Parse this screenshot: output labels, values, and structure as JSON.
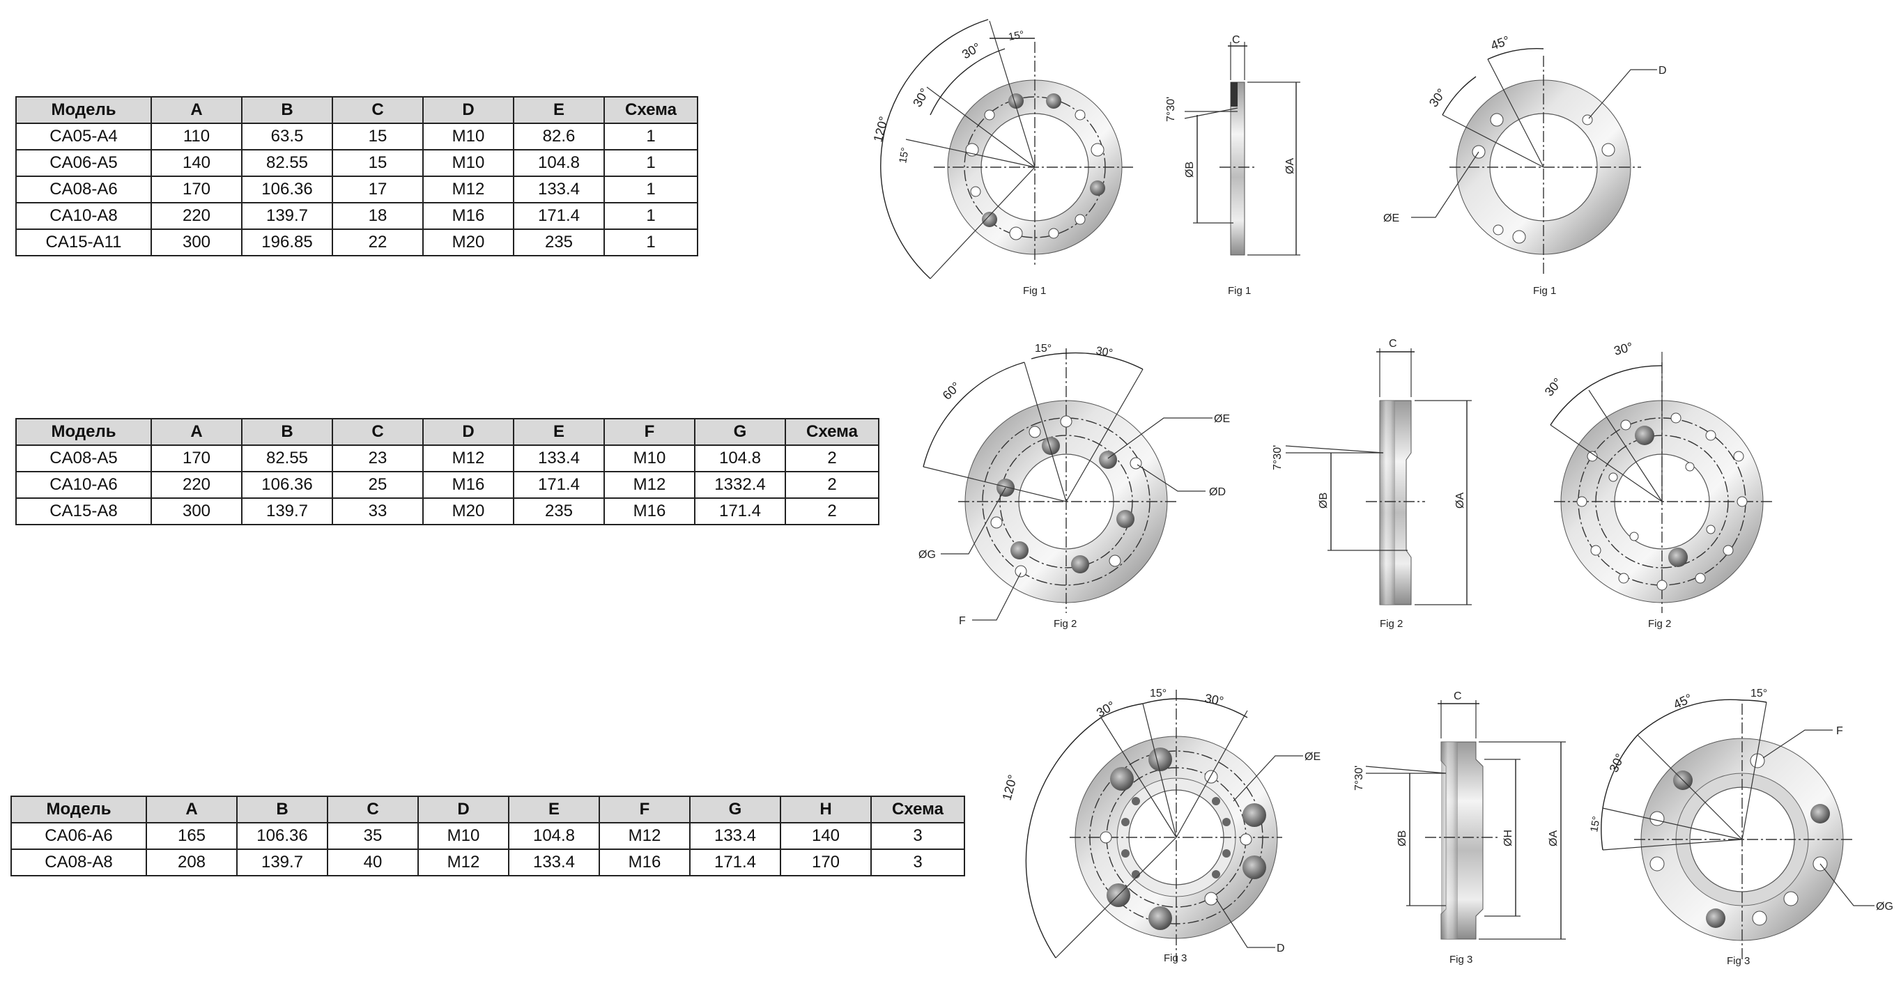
{
  "tables": [
    {
      "headers": [
        "Модель",
        "A",
        "B",
        "C",
        "D",
        "E",
        "Схема"
      ],
      "rows": [
        [
          "CA05-A4",
          "110",
          "63.5",
          "15",
          "M10",
          "82.6",
          "1"
        ],
        [
          "CA06-A5",
          "140",
          "82.55",
          "15",
          "M10",
          "104.8",
          "1"
        ],
        [
          "CA08-A6",
          "170",
          "106.36",
          "17",
          "M12",
          "133.4",
          "1"
        ],
        [
          "CA10-A8",
          "220",
          "139.7",
          "18",
          "M16",
          "171.4",
          "1"
        ],
        [
          "CA15-A11",
          "300",
          "196.85",
          "22",
          "M20",
          "235",
          "1"
        ]
      ]
    },
    {
      "headers": [
        "Модель",
        "A",
        "B",
        "C",
        "D",
        "E",
        "F",
        "G",
        "Схема"
      ],
      "rows": [
        [
          "CA08-A5",
          "170",
          "82.55",
          "23",
          "M12",
          "133.4",
          "M10",
          "104.8",
          "2"
        ],
        [
          "CA10-A6",
          "220",
          "106.36",
          "25",
          "M16",
          "171.4",
          "M12",
          "1332.4",
          "2"
        ],
        [
          "CA15-A8",
          "300",
          "139.7",
          "33",
          "M20",
          "235",
          "M16",
          "171.4",
          "2"
        ]
      ]
    },
    {
      "headers": [
        "Модель",
        "A",
        "B",
        "C",
        "D",
        "E",
        "F",
        "G",
        "H",
        "Схема"
      ],
      "rows": [
        [
          "CA06-A6",
          "165",
          "106.36",
          "35",
          "M10",
          "104.8",
          "M12",
          "133.4",
          "140",
          "3"
        ],
        [
          "CA08-A8",
          "208",
          "139.7",
          "40",
          "M12",
          "133.4",
          "M16",
          "171.4",
          "170",
          "3"
        ]
      ]
    }
  ],
  "figures": {
    "fig1": {
      "caption": "Fig 1",
      "front_angles": [
        "15°",
        "30°",
        "30°",
        "120°",
        "15°"
      ],
      "side_labels": [
        "C",
        "7°30'",
        "ØB",
        "ØA"
      ],
      "rear_angles": [
        "45°",
        "30°"
      ],
      "rear_labels": [
        "D",
        "ØE"
      ]
    },
    "fig2": {
      "caption": "Fig 2",
      "front_angles": [
        "15°",
        "30°",
        "60°"
      ],
      "front_labels": [
        "ØE",
        "ØD",
        "ØG",
        "F"
      ],
      "side_labels": [
        "C",
        "7°30'",
        "ØB",
        "ØA"
      ],
      "rear_angles": [
        "30°",
        "30°"
      ]
    },
    "fig3": {
      "caption": "Fig 3",
      "front_angles": [
        "30°",
        "15°",
        "30°",
        "120°"
      ],
      "front_labels": [
        "ØE",
        "D"
      ],
      "side_labels": [
        "C",
        "7°30'",
        "ØB",
        "ØH",
        "ØA"
      ],
      "rear_angles": [
        "45°",
        "15°",
        "30°",
        "15°"
      ],
      "rear_labels": [
        "F",
        "ØG"
      ]
    }
  },
  "colors": {
    "header_bg": "#d9d9d9",
    "metal_light": "#f2f2f2",
    "metal_dark": "#8a8a8a",
    "line": "#222222"
  }
}
